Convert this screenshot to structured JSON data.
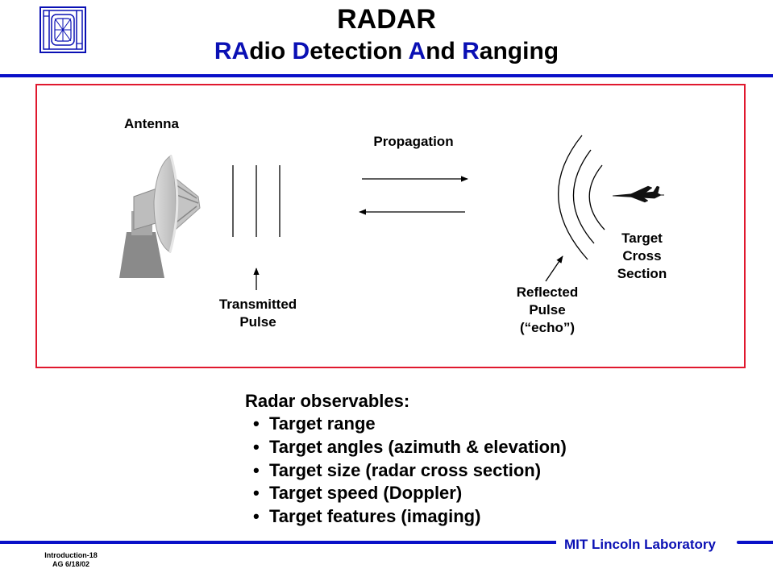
{
  "header": {
    "title": "RADAR",
    "subtitle_parts": [
      {
        "text": "RA",
        "highlight": true
      },
      {
        "text": "dio ",
        "highlight": false
      },
      {
        "text": "D",
        "highlight": true
      },
      {
        "text": "etection ",
        "highlight": false
      },
      {
        "text": "A",
        "highlight": true
      },
      {
        "text": "nd ",
        "highlight": false
      },
      {
        "text": "R",
        "highlight": true
      },
      {
        "text": "anging",
        "highlight": false
      }
    ]
  },
  "diagram": {
    "antenna_label": "Antenna",
    "propagation_label": "Propagation",
    "transmitted_line1": "Transmitted",
    "transmitted_line2": "Pulse",
    "reflected_line1": "Reflected",
    "reflected_line2": "Pulse",
    "reflected_line3": "(“echo”)",
    "target_line1": "Target",
    "target_line2": "Cross",
    "target_line3": "Section"
  },
  "observables": {
    "heading": "Radar observables:",
    "items": [
      "Target range",
      "Target angles (azimuth & elevation)",
      "Target size (radar cross section)",
      "Target speed (Doppler)",
      "Target features (imaging)"
    ]
  },
  "footer": {
    "lab": "MIT Lincoln Laboratory",
    "slide_id": "Introduction-18",
    "date_code": "AG 6/18/02"
  },
  "colors": {
    "accent_blue": "#0a10c8",
    "frame_red": "#e0182e"
  }
}
